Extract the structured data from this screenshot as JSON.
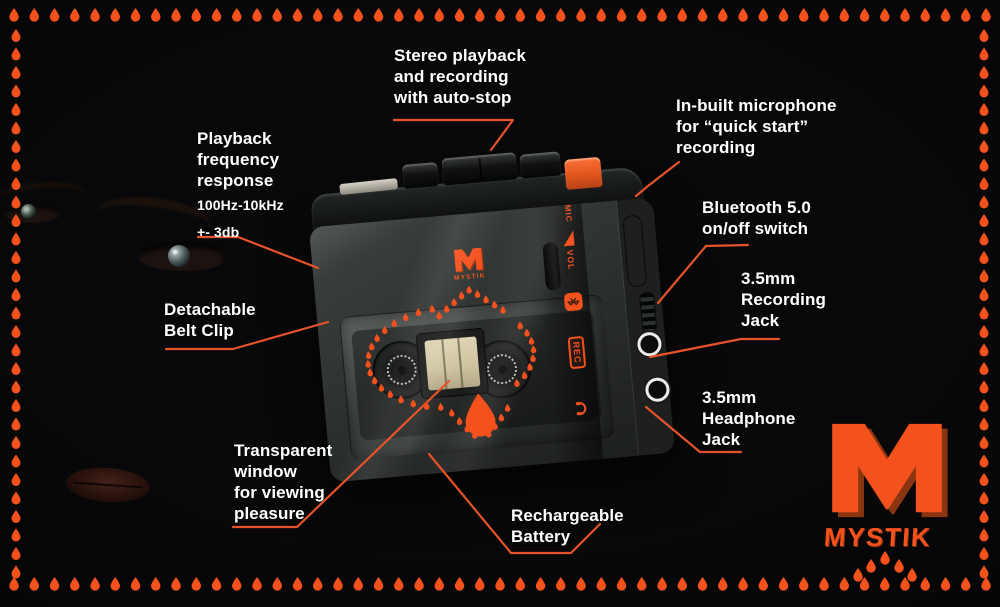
{
  "brand": {
    "monogram": "M",
    "wordmark": "MYSTIK"
  },
  "device": {
    "front_logo_monogram": "M",
    "front_logo_text": "MYSTIK",
    "labels": {
      "mic": "MIC",
      "vol": "VOL",
      "rec": "REC"
    }
  },
  "callouts": [
    {
      "id": "stereo-playback",
      "lines": [
        "Stereo playback",
        "and recording",
        "with auto-stop"
      ]
    },
    {
      "id": "inbuilt-microphone",
      "lines": [
        "In-built microphone",
        "for “quick start”",
        "recording"
      ]
    },
    {
      "id": "playback-frequency",
      "lines": [
        "Playback",
        "frequency",
        "response"
      ],
      "sublines": [
        "100Hz-10kHz",
        "+- 3db"
      ]
    },
    {
      "id": "belt-clip",
      "lines": [
        "Detachable",
        "Belt Clip"
      ]
    },
    {
      "id": "bluetooth-switch",
      "lines": [
        "Bluetooth 5.0",
        "on/off switch"
      ]
    },
    {
      "id": "recording-jack",
      "lines": [
        "3.5mm",
        "Recording",
        "Jack"
      ]
    },
    {
      "id": "headphone-jack",
      "lines": [
        "3.5mm",
        "Headphone",
        "Jack"
      ]
    },
    {
      "id": "transparent-window",
      "lines": [
        "Transparent",
        "window",
        "for viewing",
        "pleasure"
      ]
    },
    {
      "id": "rechargeable-battery",
      "lines": [
        "Rechargeable",
        "Battery"
      ]
    }
  ],
  "colors": {
    "accent_orange": "#f4511d",
    "callout_line": "#e6532a",
    "text": "#ffffff",
    "background": "#08080a"
  }
}
